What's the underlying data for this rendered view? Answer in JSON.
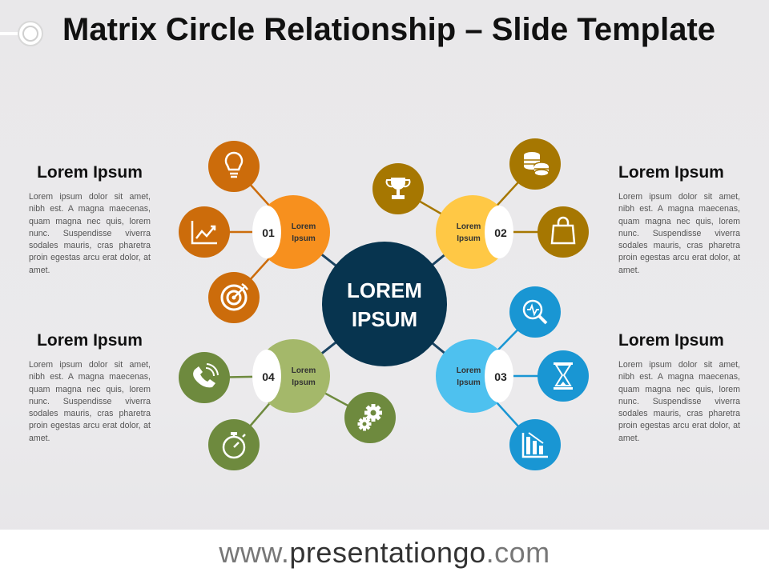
{
  "title": "Matrix Circle Relationship – Slide Template",
  "center": {
    "line1": "LOREM",
    "line2": "IPSUM",
    "color": "#07344f"
  },
  "colors": {
    "q1_node": "#f7901e",
    "q1_icon": "#cc6c0b",
    "q2_node": "#ffc845",
    "q2_icon": "#a67701",
    "q3_node": "#4ec1ef",
    "q3_icon": "#1996d3",
    "q4_node": "#a4b86a",
    "q4_icon": "#6e8a3e",
    "connector": "#1b4462"
  },
  "quadrants": [
    {
      "num": "01",
      "label_line1": "Lorem",
      "label_line2": "Ipsum",
      "icons": [
        "lightbulb-icon",
        "chart-up-icon",
        "target-icon"
      ]
    },
    {
      "num": "02",
      "label_line1": "Lorem",
      "label_line2": "Ipsum",
      "icons": [
        "trophy-icon",
        "coins-icon",
        "shopping-bag-icon"
      ]
    },
    {
      "num": "03",
      "label_line1": "Lorem",
      "label_line2": "Ipsum",
      "icons": [
        "search-analytics-icon",
        "hourglass-icon",
        "bar-chart-down-icon"
      ]
    },
    {
      "num": "04",
      "label_line1": "Lorem",
      "label_line2": "Ipsum",
      "icons": [
        "phone-icon",
        "gears-icon",
        "stopwatch-icon"
      ]
    }
  ],
  "sections": [
    {
      "heading": "Lorem Ipsum",
      "body": "Lorem ipsum dolor sit amet, nibh est. A magna maecenas, quam magna nec quis, lorem nunc. Suspendisse viverra sodales mauris, cras pharetra proin egestas arcu erat dolor, at amet."
    },
    {
      "heading": "Lorem Ipsum",
      "body": "Lorem ipsum dolor sit amet, nibh est. A magna maecenas, quam magna nec quis, lorem nunc. Suspendisse viverra sodales mauris, cras pharetra proin egestas arcu erat dolor, at amet."
    },
    {
      "heading": "Lorem Ipsum",
      "body": "Lorem ipsum dolor sit amet, nibh est. A magna maecenas, quam magna nec quis, lorem nunc. Suspendisse viverra sodales mauris, cras pharetra proin egestas arcu erat dolor, at amet."
    },
    {
      "heading": "Lorem Ipsum",
      "body": "Lorem ipsum dolor sit amet, nibh est. A magna maecenas, quam magna nec quis, lorem nunc. Suspendisse viverra sodales mauris, cras pharetra proin egestas arcu erat dolor, at amet."
    }
  ],
  "footer": {
    "prefix": "www.",
    "brand": "presentationgo",
    "suffix": ".com"
  }
}
